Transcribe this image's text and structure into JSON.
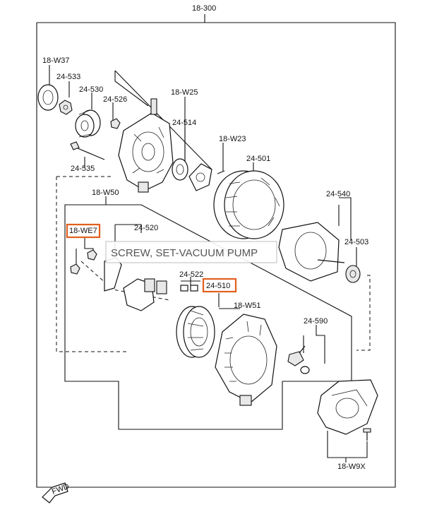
{
  "labels": {
    "assembly": "18-300",
    "w37": "18-W37",
    "p533": "24-533",
    "p530": "24-530",
    "p526": "24-526",
    "w25": "18-W25",
    "p514": "24-514",
    "w23": "18-W23",
    "p535": "24-535",
    "p501": "24-501",
    "w50": "18-W50",
    "p540": "24-540",
    "we7": "18-WE7",
    "p520": "24-520",
    "p503": "24-503",
    "p522": "24-522",
    "p510": "24-510",
    "w51": "18-W51",
    "p590": "24-590",
    "w9x": "18-W9X",
    "fwd": "FWD"
  },
  "tooltip": {
    "text": "SCREW, SET-VACUUM PUMP"
  },
  "highlight_color": "#e2601f"
}
